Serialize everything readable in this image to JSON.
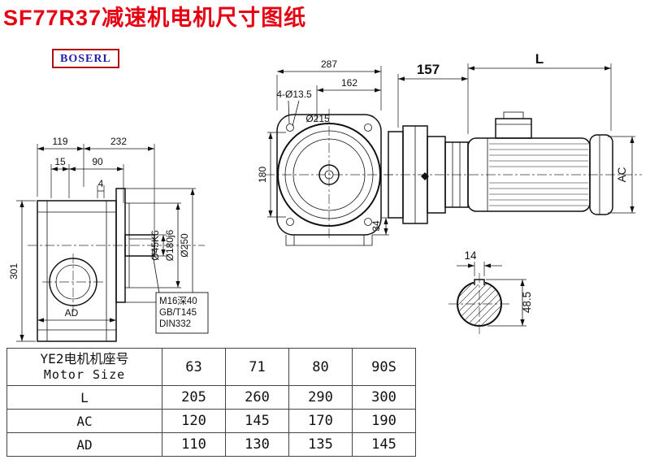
{
  "page": {
    "title": "SF77R37减速机电机尺寸图纸",
    "logo": "BOSERL"
  },
  "colors": {
    "title_red": "#e60012",
    "logo_blue": "#1f1fae",
    "logo_border": "#b01010",
    "line_black": "#111111"
  },
  "left_view": {
    "dim_119": "119",
    "dim_232": "232",
    "dim_15": "15",
    "dim_90": "90",
    "dim_4": "4",
    "dim_301": "301",
    "dim_ad": "AD",
    "shaft_dia": "Ø45K6",
    "spigot_dia": "Ø180j6",
    "flange_dia": "Ø250",
    "note_line1": "M16深40",
    "note_line2": "GB/T145",
    "note_line3": "DIN332"
  },
  "front_view": {
    "dim_287": "287",
    "dim_162": "162",
    "holes": "4-Ø13.5",
    "dia_215": "Ø215",
    "dim_180": "180",
    "dim_34": "34"
  },
  "motor_view": {
    "dim_157": "157",
    "dim_L": "L",
    "dim_AC": "AC",
    "dim_14": "14",
    "dim_48_5": "48.5"
  },
  "table": {
    "header": {
      "line1": "YE2电机机座号",
      "line2": "Motor Size"
    },
    "sizes": [
      "63",
      "71",
      "80",
      "90S"
    ],
    "rows": [
      {
        "label": "L",
        "values": [
          "205",
          "260",
          "290",
          "300"
        ]
      },
      {
        "label": "AC",
        "values": [
          "120",
          "145",
          "170",
          "190"
        ]
      },
      {
        "label": "AD",
        "values": [
          "110",
          "130",
          "135",
          "145"
        ]
      }
    ]
  }
}
